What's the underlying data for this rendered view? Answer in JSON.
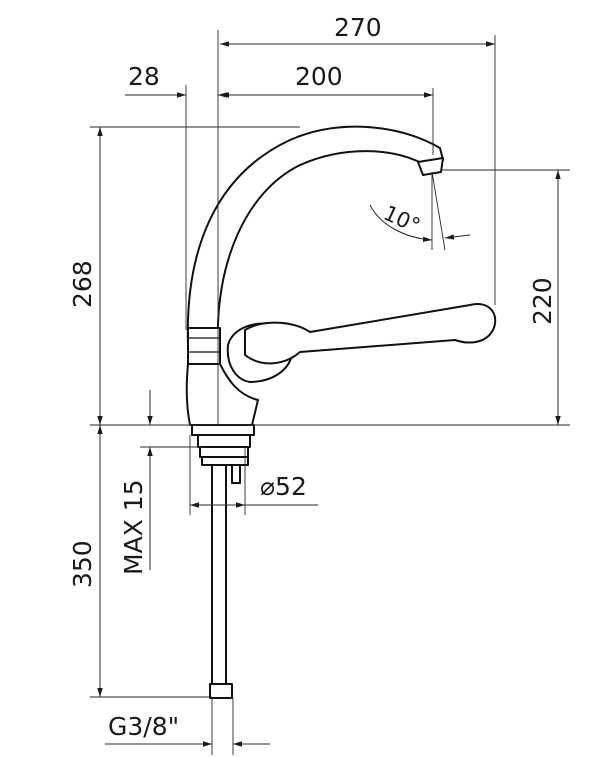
{
  "dimensions": {
    "overall_reach": "270",
    "offset": "28",
    "spout_reach": "200",
    "total_height": "268",
    "spout_height": "220",
    "spout_angle": "10°",
    "max_thickness": "MAX 15",
    "base_diameter": "⌀52",
    "hose_length": "350",
    "connection": "G3/8\""
  },
  "colors": {
    "line": "#111111",
    "background": "#ffffff"
  }
}
